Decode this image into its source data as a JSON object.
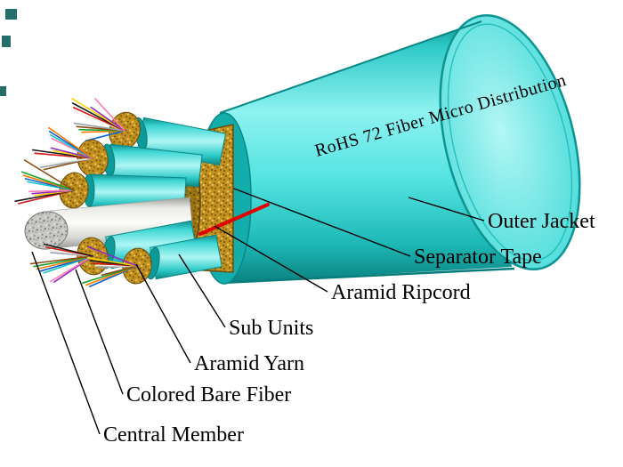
{
  "diagram": {
    "cable_text": "RoHS 72 Fiber Micro Distribution",
    "labels": {
      "outer_jacket": "Outer Jacket",
      "separator_tape": "Separator Tape",
      "aramid_ripcord": "Aramid Ripcord",
      "sub_units": "Sub Units",
      "aramid_yarn": "Aramid Yarn",
      "colored_bare_fiber": "Colored Bare Fiber",
      "central_member": "Central Member"
    },
    "colors": {
      "jacket_cyan": "#46dedc",
      "aramid_gold": "#c2901c",
      "ripcord_red": "#e00000",
      "central_member_white": "#f4f4f0",
      "label_text": "#000000",
      "fiber_colors": [
        "#0a62d0",
        "#ff7a00",
        "#18a432",
        "#8a4a12",
        "#98a0a8",
        "#f0f0ea",
        "#d61616",
        "#1a1a1a",
        "#ffd400",
        "#8f2bbf",
        "#ff7bb5",
        "#16c4c4"
      ]
    }
  }
}
